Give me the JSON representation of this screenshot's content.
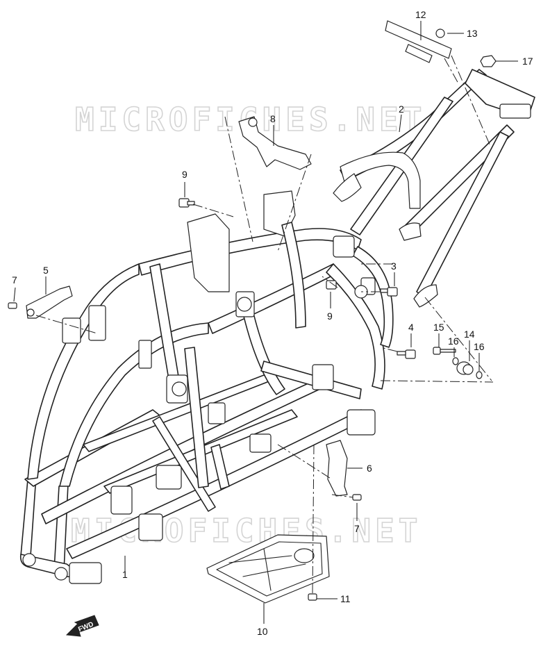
{
  "watermarks": [
    "MICROFICHES.NET",
    "MICROFICHES.NET"
  ],
  "direction_arrow": "FWD",
  "callouts": [
    {
      "id": "c12",
      "label": "12"
    },
    {
      "id": "c13",
      "label": "13"
    },
    {
      "id": "c17",
      "label": "17"
    },
    {
      "id": "c2",
      "label": "2"
    },
    {
      "id": "c8",
      "label": "8"
    },
    {
      "id": "c9a",
      "label": "9"
    },
    {
      "id": "c5",
      "label": "5"
    },
    {
      "id": "c7a",
      "label": "7"
    },
    {
      "id": "c3",
      "label": "3"
    },
    {
      "id": "c9b",
      "label": "9"
    },
    {
      "id": "c4",
      "label": "4"
    },
    {
      "id": "c15",
      "label": "15"
    },
    {
      "id": "c16a",
      "label": "16"
    },
    {
      "id": "c14",
      "label": "14"
    },
    {
      "id": "c16b",
      "label": "16"
    },
    {
      "id": "c6",
      "label": "6"
    },
    {
      "id": "c7b",
      "label": "7"
    },
    {
      "id": "c1",
      "label": "1"
    },
    {
      "id": "c11",
      "label": "11"
    },
    {
      "id": "c10",
      "label": "10"
    }
  ],
  "colors": {
    "line": "#222222",
    "watermark": "#d4d4d4",
    "background": "#ffffff"
  }
}
